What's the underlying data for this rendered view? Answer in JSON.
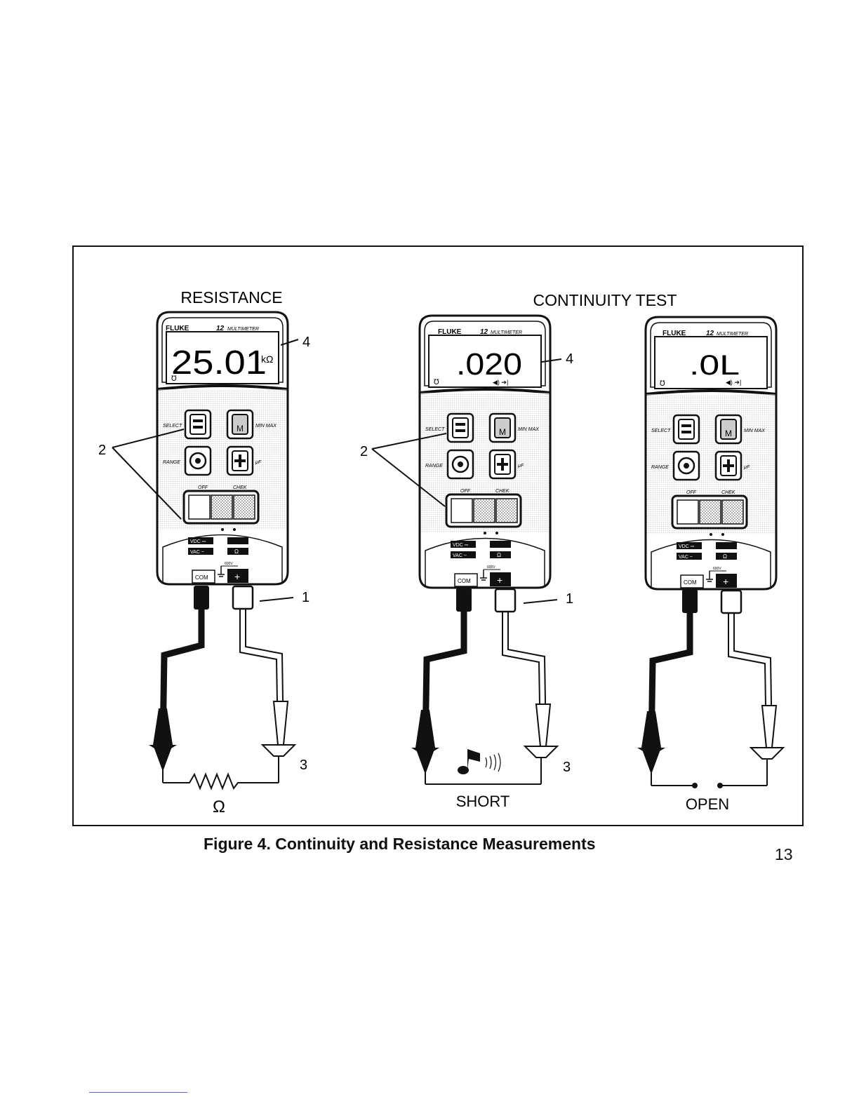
{
  "section_titles": {
    "resistance": "RESISTANCE",
    "continuity": "CONTINUITY TEST"
  },
  "meters": [
    {
      "brand": "FLUKE",
      "model": "12",
      "type": "MULTIMETER",
      "reading": "25.01",
      "unit": "kΩ",
      "mode_symbols": "",
      "state_label": "Ω"
    },
    {
      "brand": "FLUKE",
      "model": "12",
      "type": "MULTIMETER",
      "reading": ".020",
      "unit": "",
      "mode_symbols": "◀) ➔|",
      "state_label": "SHORT"
    },
    {
      "brand": "FLUKE",
      "model": "12",
      "type": "MULTIMETER",
      "reading": ".0L",
      "unit": "",
      "mode_symbols": "◀) ➔|",
      "state_label": "OPEN"
    }
  ],
  "button_labels": {
    "select": "SELECT",
    "minmax": "MIN MAX",
    "range": "RANGE",
    "uf": "μF",
    "off": "OFF",
    "chek": "CHEK",
    "m": "M"
  },
  "panel_labels": {
    "vdc": "VDC ⎓",
    "vac": "VAC ~",
    "ohm": "Ω",
    "v600": "600V",
    "com": "COM",
    "plus": "+"
  },
  "callouts": {
    "c1": "1",
    "c2": "2",
    "c3": "3",
    "c4": "4"
  },
  "caption": "Figure 4. Continuity and Resistance Measurements",
  "page_number": "13"
}
